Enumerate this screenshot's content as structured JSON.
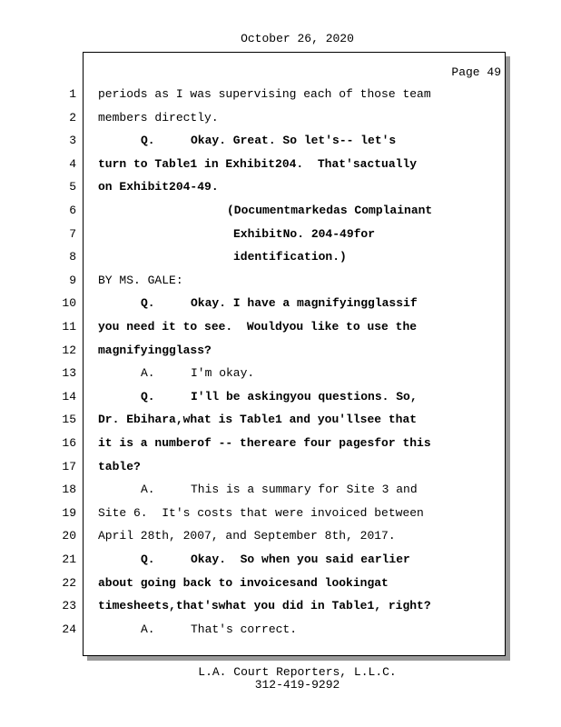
{
  "header": {
    "date": "October 26, 2020"
  },
  "page": {
    "label": "Page 49"
  },
  "lines": [
    {
      "n": "1",
      "text": "periods as I was supervising each of those team"
    },
    {
      "n": "2",
      "text": "members directly."
    },
    {
      "n": "3",
      "label": "Q.",
      "text": "Okay. Great. So let's-- let's"
    },
    {
      "n": "4",
      "text": "turn to Table1 in Exhibit204.  That'sactually"
    },
    {
      "n": "5",
      "text": "on Exhibit204-49."
    },
    {
      "n": "6",
      "text": "(Documentmarkedas Complainant"
    },
    {
      "n": "7",
      "text": "ExhibitNo. 204-49for"
    },
    {
      "n": "8",
      "text": "identification.)"
    },
    {
      "n": "9",
      "text": "BY MS. GALE:"
    },
    {
      "n": "10",
      "label": "Q.",
      "text": "Okay. I have a magnifyingglassif"
    },
    {
      "n": "11",
      "text": "you need it to see.  Wouldyou like to use the"
    },
    {
      "n": "12",
      "text": "magnifyingglass?"
    },
    {
      "n": "13",
      "label": "A.",
      "text": "I'm okay."
    },
    {
      "n": "14",
      "label": "Q.",
      "text": "I'll be askingyou questions. So,"
    },
    {
      "n": "15",
      "text": "Dr. Ebihara,what is Table1 and you'llsee that"
    },
    {
      "n": "16",
      "text": "it is a numberof -- thereare four pagesfor this"
    },
    {
      "n": "17",
      "text": "table?"
    },
    {
      "n": "18",
      "label": "A.",
      "text": "This is a summary for Site 3 and"
    },
    {
      "n": "19",
      "text": "Site 6.  It's costs that were invoiced between"
    },
    {
      "n": "20",
      "text": "April 28th, 2007, and September 8th, 2017."
    },
    {
      "n": "21",
      "label": "Q.",
      "text": "Okay.  So when you said earlier"
    },
    {
      "n": "22",
      "text": "about going back to invoicesand lookingat"
    },
    {
      "n": "23",
      "text": "timesheets,that'swhat you did in Table1, right?"
    },
    {
      "n": "24",
      "label": "A.",
      "text": "That's correct."
    }
  ],
  "footer": {
    "company": "L.A. Court Reporters, L.L.C.",
    "phone": "312-419-9292"
  }
}
